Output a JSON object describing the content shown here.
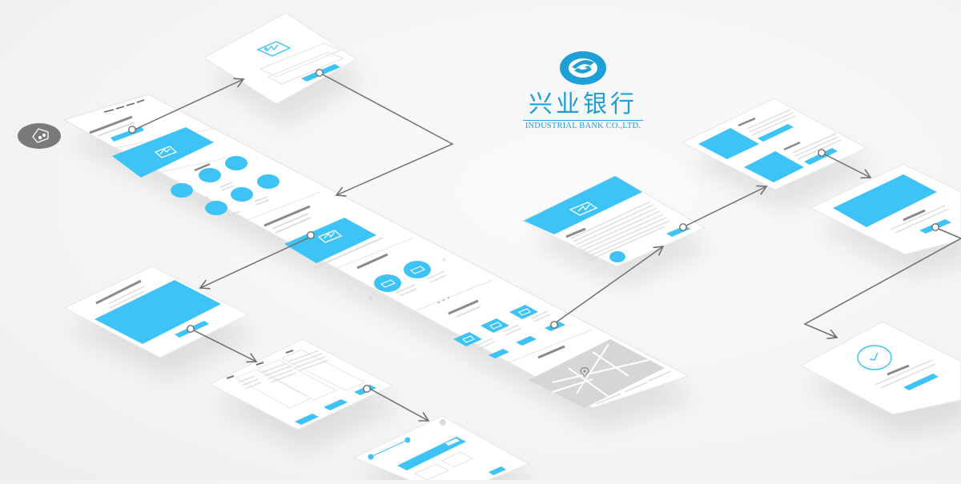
{
  "brand": {
    "name_cn": "兴业银行",
    "name_en": "INDUSTRIAL BANK CO.,LTD.",
    "color": "#1ea0d7"
  },
  "colors": {
    "background": "#f5f5f5",
    "screen": "#ffffff",
    "accent_blue": "#3ec3f6",
    "line_gray": "#6f6f6f",
    "text_bar_dark": "#8a8a8a",
    "text_bar_light": "#dddddd",
    "map_fill": "#d6d6d6",
    "home_badge": "#7a7a7a"
  },
  "diagram": {
    "type": "isometric user-flow wireframe",
    "start_icon": "home-icon",
    "screens": [
      {
        "id": "home",
        "label": "home-page",
        "content": [
          "nav-links",
          "hero-button",
          "hero-image-banner",
          "circle-grid-6"
        ]
      },
      {
        "id": "login",
        "label": "login-screen",
        "content": [
          "image-placeholder",
          "input-field",
          "input-field",
          "submit-button"
        ]
      },
      {
        "id": "feature",
        "label": "feature-section",
        "content": [
          "heading",
          "image-banner",
          "divider"
        ]
      },
      {
        "id": "carousel",
        "label": "carousel-section",
        "content": [
          "heading",
          "circle-image",
          "circle-image",
          "carousel-dots"
        ]
      },
      {
        "id": "products",
        "label": "product-cards",
        "content": [
          "heading",
          "card-image x3",
          "card-button x3"
        ]
      },
      {
        "id": "map",
        "label": "map-section",
        "content": [
          "heading",
          "map-with-pin",
          "address-lines"
        ]
      },
      {
        "id": "detail-left",
        "label": "image-detail",
        "content": [
          "heading",
          "image-banner",
          "button"
        ]
      },
      {
        "id": "form",
        "label": "three-column-form",
        "content": [
          "columns x3",
          "buttons x3"
        ]
      },
      {
        "id": "steps",
        "label": "step-progress",
        "content": [
          "progress-steps",
          "form-table",
          "button"
        ]
      },
      {
        "id": "article",
        "label": "article-page",
        "content": [
          "image-header",
          "text-lines",
          "share-icon",
          "button"
        ]
      },
      {
        "id": "list",
        "label": "list-page",
        "content": [
          "image-block x2",
          "heading x2",
          "button x2"
        ]
      },
      {
        "id": "gallery",
        "label": "gallery-page",
        "content": [
          "large-image",
          "heading",
          "button"
        ]
      },
      {
        "id": "success",
        "label": "success-page",
        "content": [
          "check-circle",
          "heading",
          "text-lines",
          "button"
        ]
      }
    ]
  }
}
